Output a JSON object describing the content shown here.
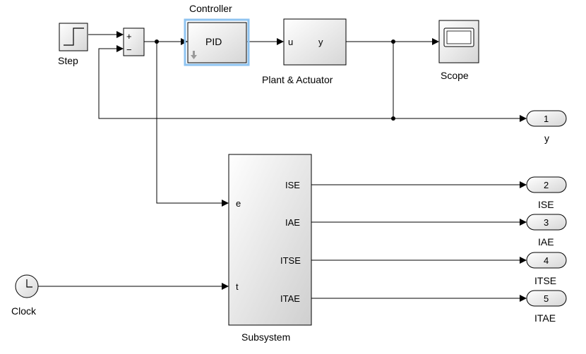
{
  "blocks": {
    "step": {
      "label": "Step"
    },
    "sum": {
      "plus": "+",
      "minus": "−"
    },
    "controller": {
      "title": "Controller",
      "text": "PID"
    },
    "plant": {
      "label": "Plant & Actuator",
      "in_port": "u",
      "out_port": "y"
    },
    "scope": {
      "label": "Scope"
    },
    "subsystem": {
      "label": "Subsystem",
      "in_ports": [
        "e",
        "t"
      ],
      "out_ports": [
        "ISE",
        "IAE",
        "ITSE",
        "ITAE"
      ]
    },
    "clock": {
      "label": "Clock"
    },
    "outports": [
      {
        "num": "1",
        "label": "y"
      },
      {
        "num": "2",
        "label": "ISE"
      },
      {
        "num": "3",
        "label": "IAE"
      },
      {
        "num": "4",
        "label": "ITSE"
      },
      {
        "num": "5",
        "label": "ITAE"
      }
    ]
  }
}
